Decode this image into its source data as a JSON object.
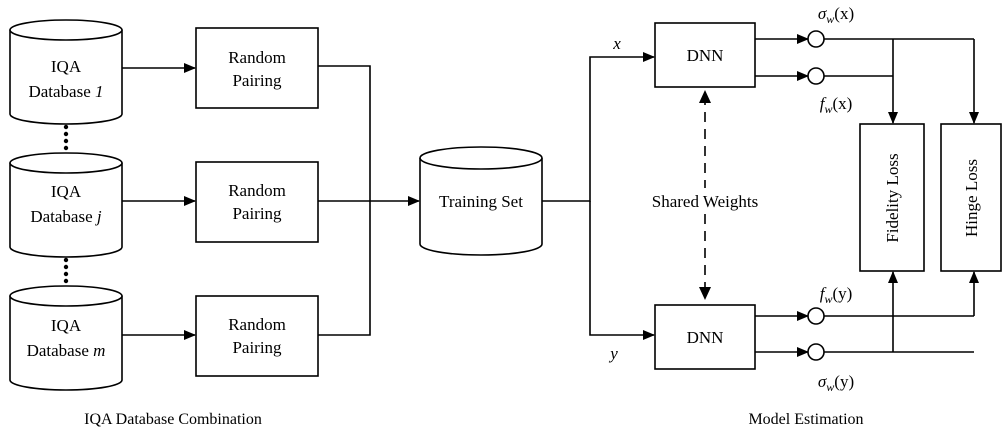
{
  "databases": [
    {
      "line1": "IQA",
      "line2": "Database ",
      "index": "1"
    },
    {
      "line1": "IQA",
      "line2": "Database ",
      "index": "j"
    },
    {
      "line1": "IQA",
      "line2": "Database ",
      "index": "m"
    }
  ],
  "pairing": {
    "line1": "Random",
    "line2": "Pairing"
  },
  "training_set": "Training Set",
  "inputs": {
    "x": "x",
    "y": "y"
  },
  "dnn": "DNN",
  "shared_weights": "Shared Weights",
  "outputs": {
    "sigma": "σ",
    "f": "f",
    "sub": "w",
    "x_arg": "(x)",
    "y_arg": "(y)"
  },
  "losses": {
    "fidelity": "Fidelity Loss",
    "hinge": "Hinge Loss"
  },
  "captions": {
    "left": "IQA Database Combination",
    "right": "Model Estimation"
  },
  "colors": {
    "stroke": "#000000",
    "background": "#ffffff"
  }
}
